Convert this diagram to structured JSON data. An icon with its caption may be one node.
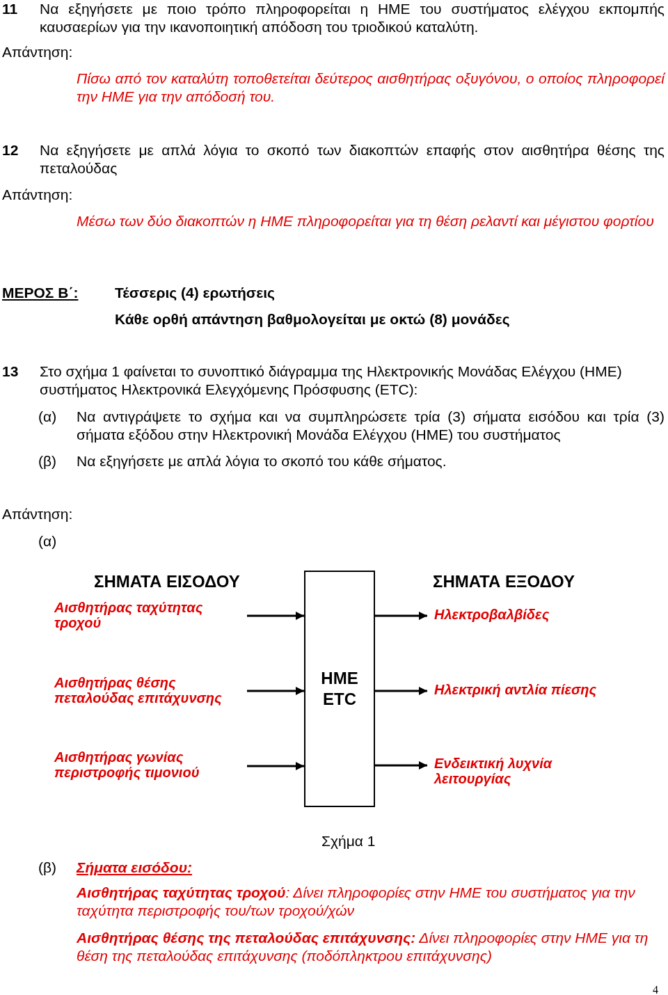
{
  "diagram": {
    "caption": "Σχήμα 1",
    "nodes": [
      {
        "text": [
          "ΗΜΕ ETC"
        ]
      },
      {
        "text": [
          "Αισθητήρας ταχύτητας τροχού"
        ]
      },
      {
        "text": [
          "Αισθητήρας θέσης πεταλούδας επιτάχυνσης"
        ]
      },
      {
        "text": [
          "Αισθητήρας γωνίας περιστροφής τιμονιού"
        ]
      },
      {
        "text": [
          "Ηλεκτροβαλβίδες"
        ]
      },
      {
        "text": [
          "Ηλεκτρική αντλία πίεσης"
        ]
      },
      {
        "text": [
          "Ενδεικτική λυχνία λειτουργίας"
        ]
      }
    ],
    "edges": [
      {
        "from": 1,
        "to": 0,
        "arrow": "to"
      },
      {
        "from": 2,
        "to": 0,
        "arrow": "to"
      },
      {
        "from": 3,
        "to": 0,
        "arrow": "to"
      },
      {
        "from": 0,
        "to": 4,
        "arrow": "to"
      },
      {
        "from": 0,
        "to": 5,
        "arrow": "to"
      },
      {
        "from": 0,
        "to": 6,
        "arrow": "to"
      }
    ],
    "labels": [
      "11",
      "Να εξηγήσετε με ποιο τρόπο πληροφορείται η ΗΜΕ του συστήματος ελέγχου εκπομπής καυσαερίων για την ικανοποιητική απόδοση του τριοδικού καταλύτη.",
      "Απάντηση:",
      "Πίσω από τον καταλύτη τοποθετείται δεύτερος αισθητήρας οξυγόνου, ο οποίος πληροφορεί την ΗΜΕ για την απόδοσή του.",
      "12",
      "Να εξηγήσετε με απλά λόγια το σκοπό των διακοπτών επαφής στον αισθητήρα θέσης της πεταλούδας",
      "Απάντηση:",
      "Μέσω των δύο διακοπτών η ΗΜΕ πληροφορείται για τη θέση ρελαντί και μέγιστου φορτίου",
      "ΜΕΡΟΣ Β΄:",
      "Τέσσερις (4) ερωτήσεις",
      "Κάθε ορθή απάντηση βαθμολογείται με οκτώ (8) μονάδες",
      "13",
      "Στο σχήμα 1 φαίνεται το συνοπτικό διάγραμμα της Ηλεκτρονικής Μονάδας Ελέγχου (ΗΜΕ) συστήματος Ηλεκτρονικά Ελεγχόμενης Πρόσφυσης (ETC):",
      "(α)",
      "Να αντιγράψετε το σχήμα και να συμπληρώσετε τρία (3) σήματα εισόδου και τρία (3) σήματα εξόδου στην Ηλεκτρονική Μονάδα Ελέγχου (ΗΜΕ) του συστήματος",
      "(β)",
      "Να εξηγήσετε με απλά λόγια το σκοπό του κάθε σήματος.",
      "Απάντηση:",
      "(α)",
      "ΣΗΜΑΤΑ ΕΙΣΟΔΟΥ",
      "ΣΗΜΑΤΑ ΕΞΟΔΟΥ",
      "(β)",
      "Σήματα εισόδου:",
      "**Αισθητήρας ταχύτητας τροχού**: Δίνει πληροφορίες στην ΗΜΕ του συστήματος για την ταχύτητα περιστροφής του/των τροχού/χών",
      "**Αισθητήρας θέσης της πεταλούδας επιτάχυνσης:** Δίνει πληροφορίες στην ΗΜΕ για τη θέση της πεταλούδας επιτάχυνσης (ποδόπληκτρου επιτάχυνσης)",
      "4"
    ]
  }
}
